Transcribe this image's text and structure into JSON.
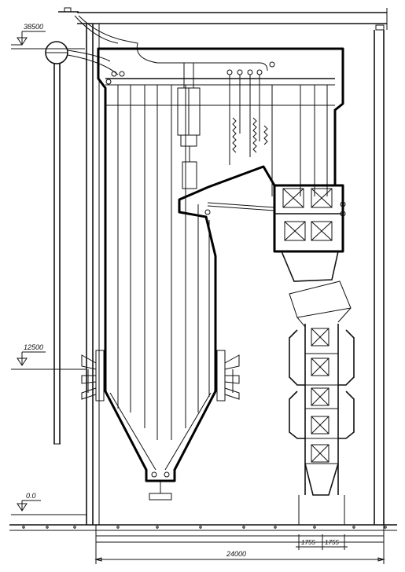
{
  "elevations": {
    "top": "38500",
    "middle": "12500",
    "ground": "0.0"
  },
  "dimensions": {
    "total": "24000",
    "left_bay": "1755",
    "right_bay": "1755"
  }
}
